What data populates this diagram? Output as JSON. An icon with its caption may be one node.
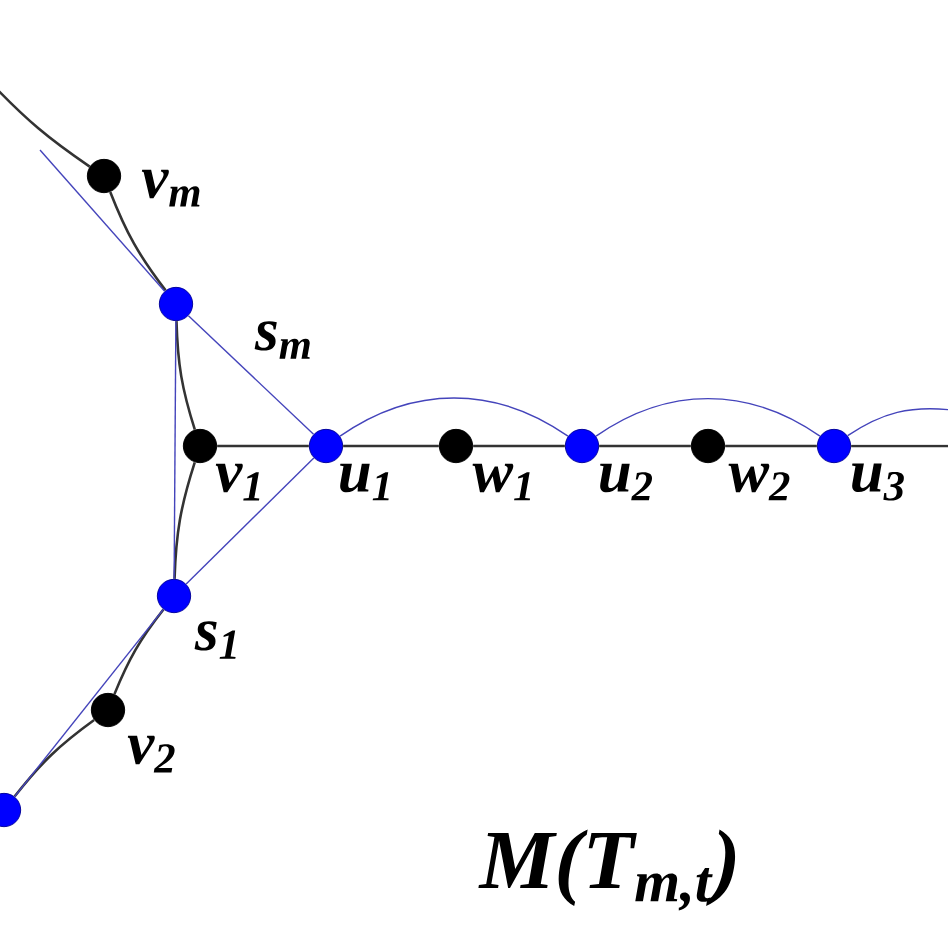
{
  "diagram": {
    "nodes": [
      {
        "text": [],
        "shape": "circle",
        "beside": [
          "v$_{m}$"
        ]
      },
      {
        "text": [],
        "shape": "circle",
        "beside": [
          "s$_{m}$"
        ]
      },
      {
        "text": [],
        "shape": "circle",
        "beside": [
          "v$_{1}$"
        ]
      },
      {
        "text": [],
        "shape": "circle",
        "beside": [
          "u$_{1}$"
        ]
      },
      {
        "text": [],
        "shape": "circle",
        "beside": [
          "w$_{1}$"
        ]
      },
      {
        "text": [],
        "shape": "circle",
        "beside": [
          "u$_{2}$"
        ]
      },
      {
        "text": [],
        "shape": "circle",
        "beside": [
          "w$_{2}$"
        ]
      },
      {
        "text": [],
        "shape": "circle",
        "beside": [
          "u$_{3}$"
        ]
      },
      {
        "text": [],
        "shape": "circle",
        "beside": [
          "s$_{1}$"
        ]
      },
      {
        "text": [],
        "shape": "circle",
        "beside": [
          "v$_{2}$"
        ]
      },
      {
        "text": [],
        "shape": "circle"
      }
    ],
    "edges": [
      {
        "from": null,
        "to": 0,
        "arrow": "none"
      },
      {
        "from": 0,
        "to": 1,
        "arrow": "none"
      },
      {
        "from": 1,
        "to": 2,
        "arrow": "none"
      },
      {
        "from": 2,
        "to": 8,
        "arrow": "none"
      },
      {
        "from": 8,
        "to": 9,
        "arrow": "none"
      },
      {
        "from": 9,
        "to": 10,
        "arrow": "none"
      },
      {
        "from": 2,
        "to": 3,
        "arrow": "none"
      },
      {
        "from": 3,
        "to": 4,
        "arrow": "none"
      },
      {
        "from": 4,
        "to": 5,
        "arrow": "none"
      },
      {
        "from": 5,
        "to": 6,
        "arrow": "none"
      },
      {
        "from": 6,
        "to": 7,
        "arrow": "none"
      },
      {
        "from": 7,
        "to": null,
        "arrow": "none"
      },
      {
        "from": null,
        "to": 1,
        "arrow": "none",
        "color": "#4444bb"
      },
      {
        "from": 1,
        "to": 3,
        "arrow": "none",
        "color": "#4444bb"
      },
      {
        "from": 1,
        "to": 8,
        "arrow": "none",
        "color": "#4444bb"
      },
      {
        "from": 8,
        "to": 3,
        "arrow": "none",
        "color": "#4444bb"
      },
      {
        "from": 8,
        "to": 10,
        "arrow": "none",
        "color": "#4444bb"
      },
      {
        "from": 3,
        "to": 5,
        "arrow": "none",
        "color": "#4444bb"
      },
      {
        "from": 5,
        "to": 7,
        "arrow": "none",
        "color": "#4444bb"
      },
      {
        "from": 7,
        "to": null,
        "arrow": "none",
        "color": "#4444bb"
      }
    ],
    "labels": [
      "M(T$_{m,t}$)"
    ]
  }
}
